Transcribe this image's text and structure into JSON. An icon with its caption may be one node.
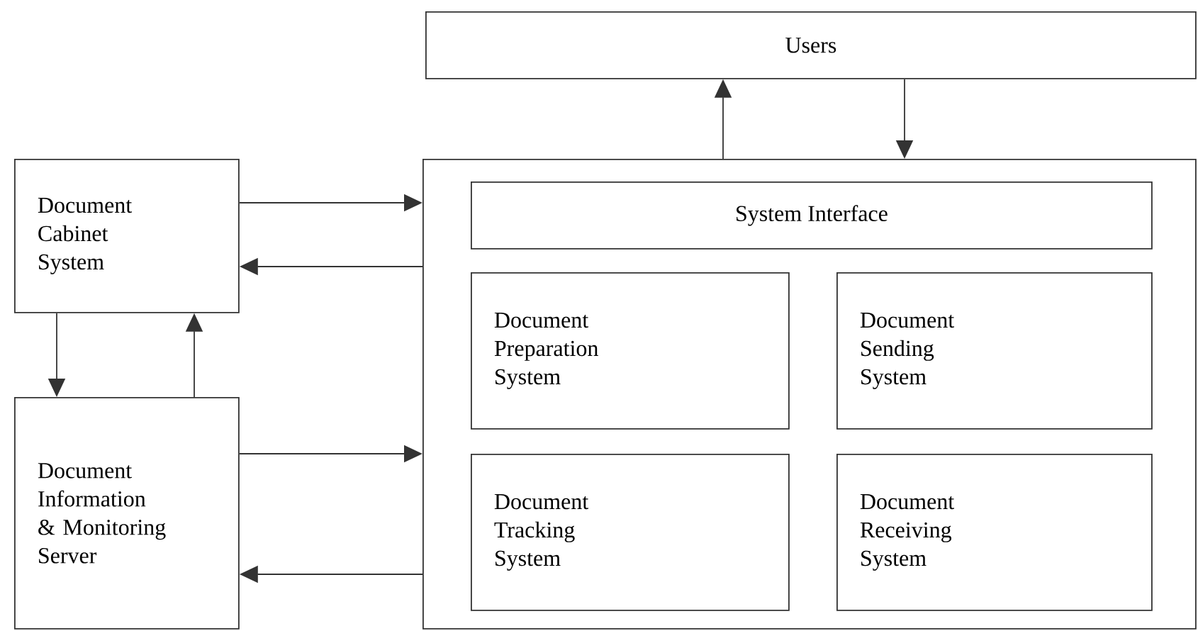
{
  "diagram": {
    "nodes": [
      {
        "text": [
          "Users"
        ]
      },
      {
        "text": [
          "Document Cabinet System"
        ]
      },
      {
        "text": [
          "Document Information & Monitoring Server"
        ]
      },
      {
        "text": [],
        "shape": "box"
      },
      {
        "text": [
          "System Interface"
        ],
        "in": 3
      },
      {
        "text": [
          "Document Preparation System"
        ],
        "in": 3
      },
      {
        "text": [
          "Document Sending System"
        ],
        "in": 3
      },
      {
        "text": [
          "Document Tracking System"
        ],
        "in": 3
      },
      {
        "text": [
          "Document Receiving System"
        ],
        "in": 3
      }
    ],
    "edges": [
      {
        "from": 3,
        "to": 0,
        "arrow": "to"
      },
      {
        "from": 0,
        "to": 3,
        "arrow": "to"
      },
      {
        "from": 1,
        "to": 3,
        "arrow": "to"
      },
      {
        "from": 3,
        "to": 1,
        "arrow": "to"
      },
      {
        "from": 1,
        "to": 2,
        "arrow": "to"
      },
      {
        "from": 2,
        "to": 1,
        "arrow": "to"
      },
      {
        "from": 2,
        "to": 3,
        "arrow": "to"
      },
      {
        "from": 3,
        "to": 2,
        "arrow": "to"
      }
    ]
  }
}
